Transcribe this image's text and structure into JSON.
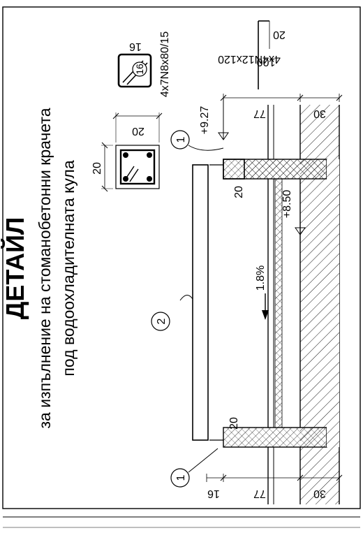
{
  "drawing": {
    "title": "ДЕТАЙЛ",
    "subtitle_line1": "за изпълнение на стоманобетонни крачета",
    "subtitle_line2": "под водоохладителната кула",
    "slope": "1.8%",
    "level_top": "+9.27",
    "level_bottom": "+8.50"
  },
  "section_detail": {
    "width": "20",
    "height": "20"
  },
  "stirrup_detail": {
    "side": "16",
    "callout": "16",
    "spec": "4x7N8x80/15"
  },
  "rebar_detail": {
    "spec": "4x4N12x120",
    "length": "100",
    "hook": "20"
  },
  "dimensions": {
    "foot_height_top": "77",
    "foot_base_top": "30",
    "foot_height_bottom": "77",
    "foot_base_bottom": "30",
    "leg_top_width": "20",
    "leg_bottom_width": "20",
    "bottom_offset": "16"
  },
  "callouts": {
    "leg_top": "1",
    "beam": "2",
    "leg_bottom": "1"
  },
  "frame": {
    "bottom_strip_title": ""
  }
}
